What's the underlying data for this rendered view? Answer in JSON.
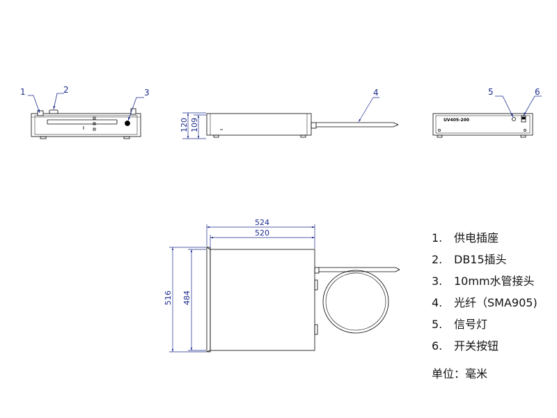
{
  "callouts": [
    "1",
    "2",
    "3",
    "4",
    "5",
    "6"
  ],
  "side_view": {
    "dim_total": "120",
    "dim_body": "109"
  },
  "rear_view": {
    "label": "UV405-200"
  },
  "top_view": {
    "dim_outer_width": "524",
    "dim_inner_width": "520",
    "dim_outer_depth": "516",
    "dim_inner_depth": "484"
  },
  "legend": [
    {
      "num": "1.",
      "text": "供电插座"
    },
    {
      "num": "2.",
      "text": "DB15插头"
    },
    {
      "num": "3.",
      "text": "10mm水管接头"
    },
    {
      "num": "4.",
      "text": "光纤（SMA905)"
    },
    {
      "num": "5.",
      "text": "信号灯"
    },
    {
      "num": "6.",
      "text": "开关按钮"
    }
  ],
  "units": "单位：毫米",
  "colors": {
    "line": "#000000",
    "dimension": "#1a2a8c"
  }
}
